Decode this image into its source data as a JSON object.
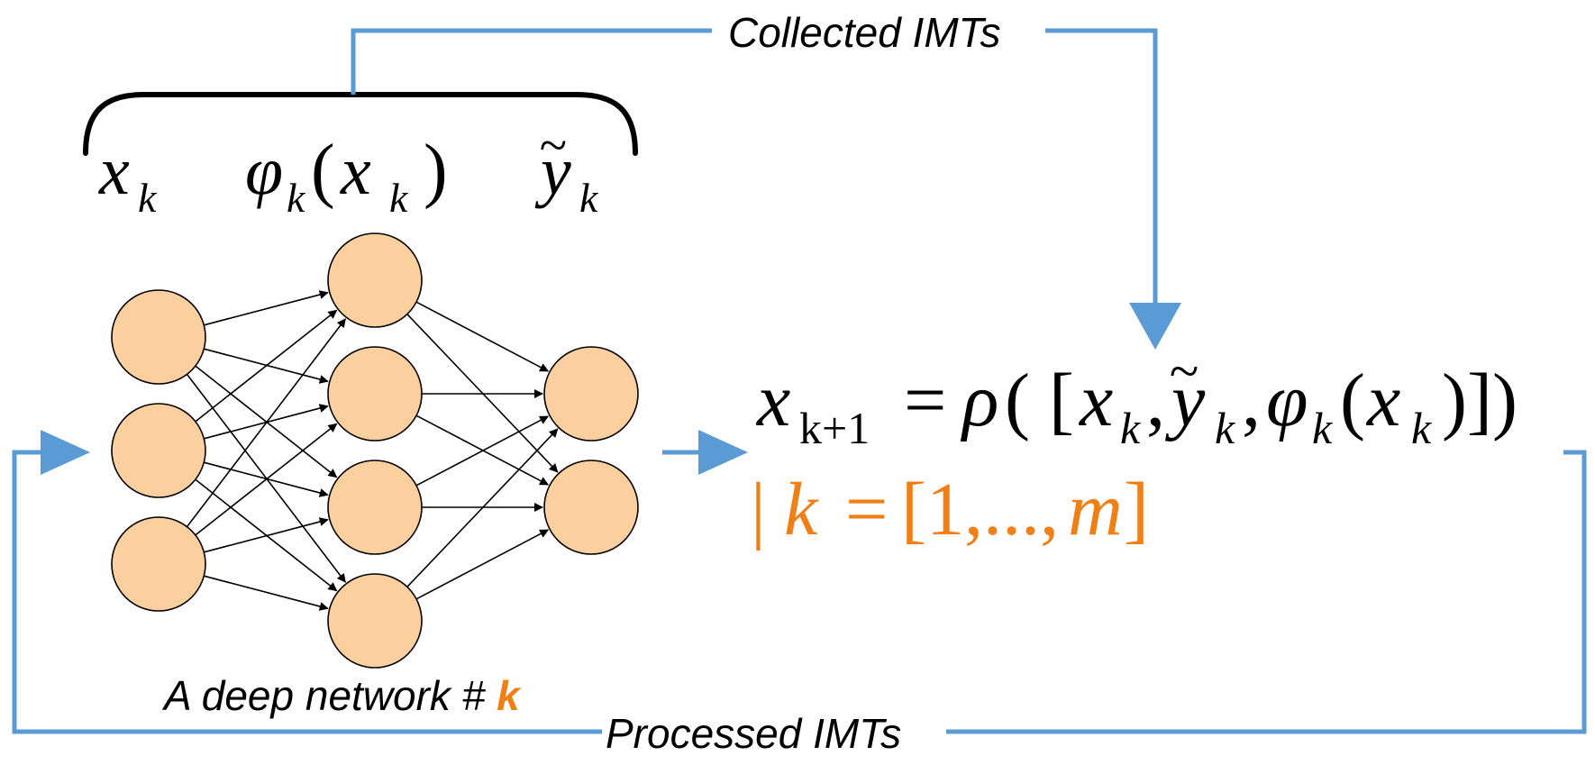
{
  "labels": {
    "collected": "Collected IMTs",
    "processed": "Processed IMTs",
    "network_prefix": "A deep network # ",
    "network_k": "k"
  },
  "top_symbols": {
    "x_base": "x",
    "x_sub": "k",
    "phi": "φ",
    "phi_sub": "k",
    "phi_open": "(",
    "phi_arg": "x",
    "phi_arg_sub": "k",
    "phi_close": ")",
    "y_base": "y",
    "y_tilde": "~",
    "y_sub": "k"
  },
  "equation": {
    "lhs": "x",
    "lhs_sub": "k+1",
    "eq": "=",
    "rho": "ρ",
    "open": "( [",
    "x": "x",
    "x_sub": "k",
    "comma1": ",",
    "y": "y",
    "y_tilde": "~",
    "y_sub": "k",
    "comma2": ",",
    "phi": "φ",
    "phi_sub": "k",
    "phi_open": "(",
    "phi_arg": "x",
    "phi_arg_sub": "k",
    "close": ")])"
  },
  "condition": {
    "bar": "|",
    "k": "k",
    "eq": "=",
    "open": "[",
    "range": "1,...,",
    "m": "m",
    "close": "]"
  },
  "network": {
    "layers": [
      3,
      4,
      2
    ],
    "node_fill": "#fbcf9e",
    "node_stroke": "#000000"
  },
  "colors": {
    "arrow_blue": "#5b9bd5",
    "accent_orange": "#f07f16"
  }
}
